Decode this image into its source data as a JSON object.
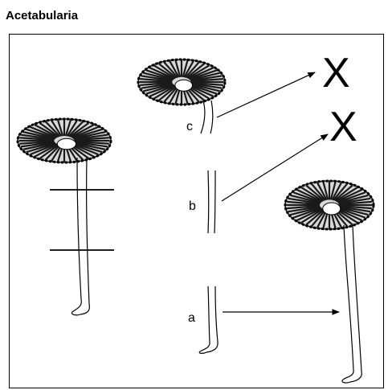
{
  "title": "Acetabularia",
  "labels": {
    "a": "a",
    "b": "b",
    "c": "c"
  },
  "outcomes": {
    "c": "X",
    "b": "X"
  }
}
